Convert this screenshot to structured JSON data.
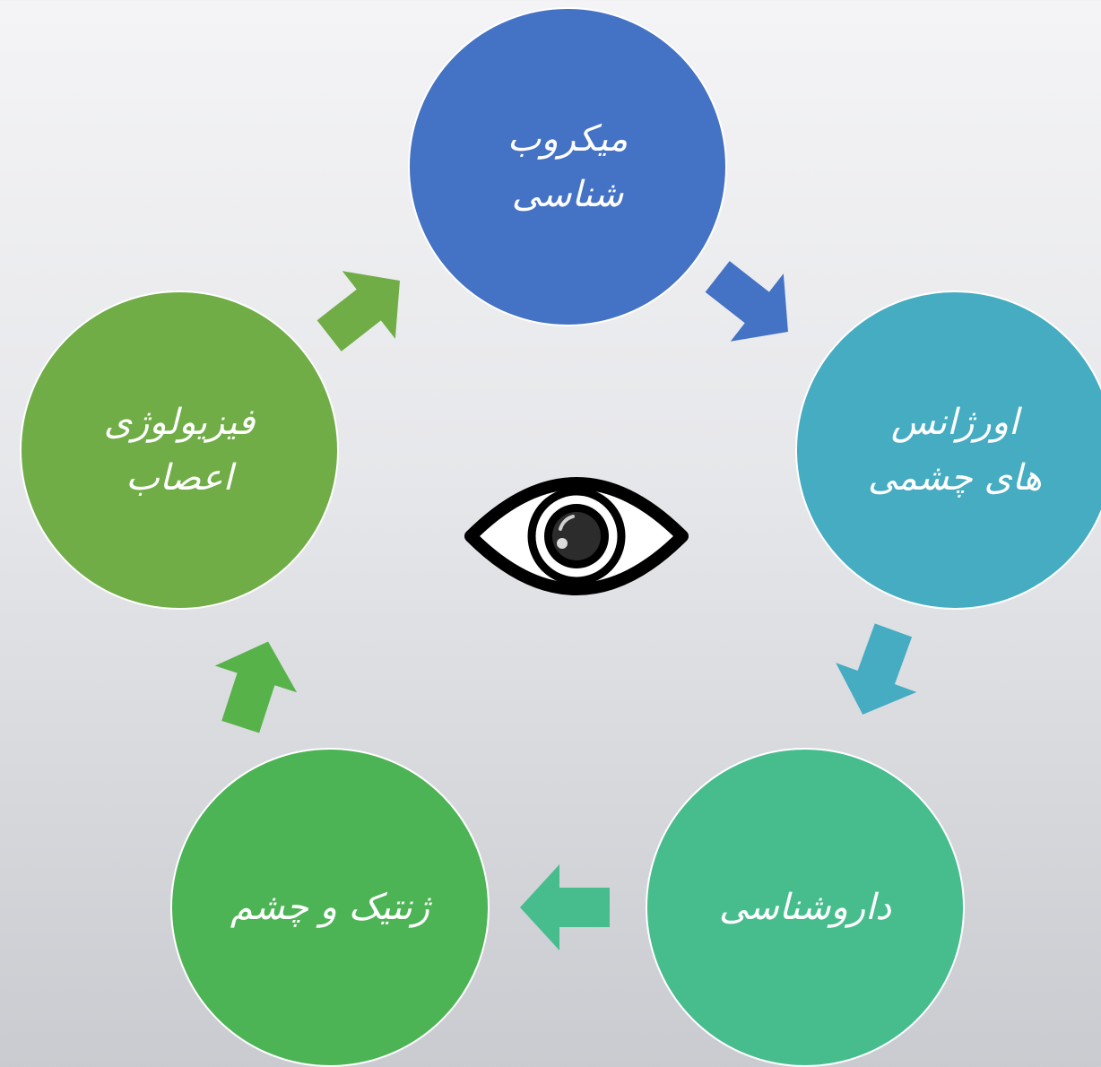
{
  "diagram": {
    "nodes": [
      {
        "id": "micro",
        "lines": [
          "میکروب",
          "شناسی"
        ],
        "color": "#4472c4"
      },
      {
        "id": "urgent",
        "lines": [
          "اورژانس",
          "های چشمی"
        ],
        "color": "#45acc2"
      },
      {
        "id": "pharma",
        "lines": [
          "داروشناسی"
        ],
        "color": "#47bd8e"
      },
      {
        "id": "genetic",
        "lines": [
          "ژنتیک و چشم"
        ],
        "color": "#4cb455"
      },
      {
        "id": "neuro",
        "lines": [
          "فیزیولوژی",
          "اعصاب"
        ],
        "color": "#70ad47"
      }
    ],
    "arrows": [
      {
        "from": "micro",
        "to": "urgent",
        "color": "#4472c4"
      },
      {
        "from": "urgent",
        "to": "pharma",
        "color": "#45acc2"
      },
      {
        "from": "pharma",
        "to": "genetic",
        "color": "#47bd8e"
      },
      {
        "from": "genetic",
        "to": "neuro",
        "color": "#58b24a"
      },
      {
        "from": "neuro",
        "to": "micro",
        "color": "#70ad47"
      }
    ],
    "center_icon": "eye-icon"
  }
}
